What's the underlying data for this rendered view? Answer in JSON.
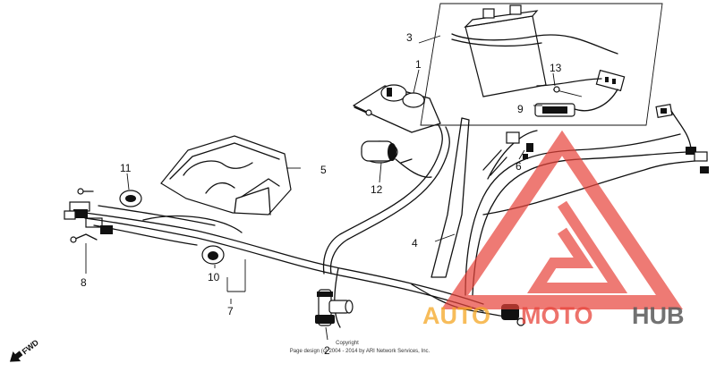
{
  "callouts": {
    "c1": "1",
    "c2": "2",
    "c3": "3",
    "c4": "4",
    "c5": "5",
    "c6": "6",
    "c7": "7",
    "c8": "8",
    "c9": "9",
    "c10": "10",
    "c11": "11",
    "c12": "12",
    "c13": "13"
  },
  "direction_label": "FWD",
  "copyright": {
    "line1": "Copyright",
    "line2": "Page design (c) 2004 - 2014 by ARI Network Services, Inc."
  },
  "watermark": {
    "part1": "AUTO",
    "part2": "MOTO",
    "part3": "HUB",
    "color_orange": "#f5a623",
    "color_red": "#e8433a",
    "color_gray": "#5a5a5a"
  }
}
